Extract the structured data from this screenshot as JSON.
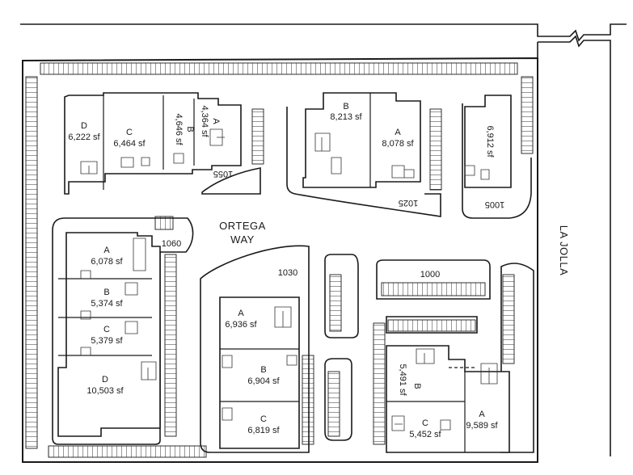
{
  "streets": {
    "ortega_line1": "ORTEGA",
    "ortega_line2": "WAY",
    "la_jolla": "LA JOLLA"
  },
  "buildings": {
    "b1055": {
      "number": "1055",
      "units": [
        {
          "letter": "D",
          "area": "6,222 sf"
        },
        {
          "letter": "C",
          "area": "6,464 sf"
        },
        {
          "letter": "B",
          "area": "4,646 sf"
        },
        {
          "letter": "A",
          "area": "4,364 sf"
        }
      ]
    },
    "b1025": {
      "number": "1025",
      "units": [
        {
          "letter": "B",
          "area": "8,213 sf"
        },
        {
          "letter": "A",
          "area": "8,078 sf"
        }
      ]
    },
    "b1005": {
      "number": "1005",
      "area": "6,912 sf"
    },
    "b1060": {
      "number": "1060",
      "units": [
        {
          "letter": "A",
          "area": "6,078 sf"
        },
        {
          "letter": "B",
          "area": "5,374 sf"
        },
        {
          "letter": "C",
          "area": "5,379 sf"
        },
        {
          "letter": "D",
          "area": "10,503 sf"
        }
      ]
    },
    "b1030": {
      "number": "1030",
      "units": [
        {
          "letter": "A",
          "area": "6,936 sf"
        },
        {
          "letter": "B",
          "area": "6,904 sf"
        },
        {
          "letter": "C",
          "area": "6,819 sf"
        }
      ]
    },
    "b1000": {
      "number": "1000"
    },
    "b1000se": {
      "units": [
        {
          "letter": "B",
          "area": "5,491 sf"
        },
        {
          "letter": "C",
          "area": "5,452 sf"
        },
        {
          "letter": "A",
          "area": "9,589 sf"
        }
      ]
    }
  }
}
